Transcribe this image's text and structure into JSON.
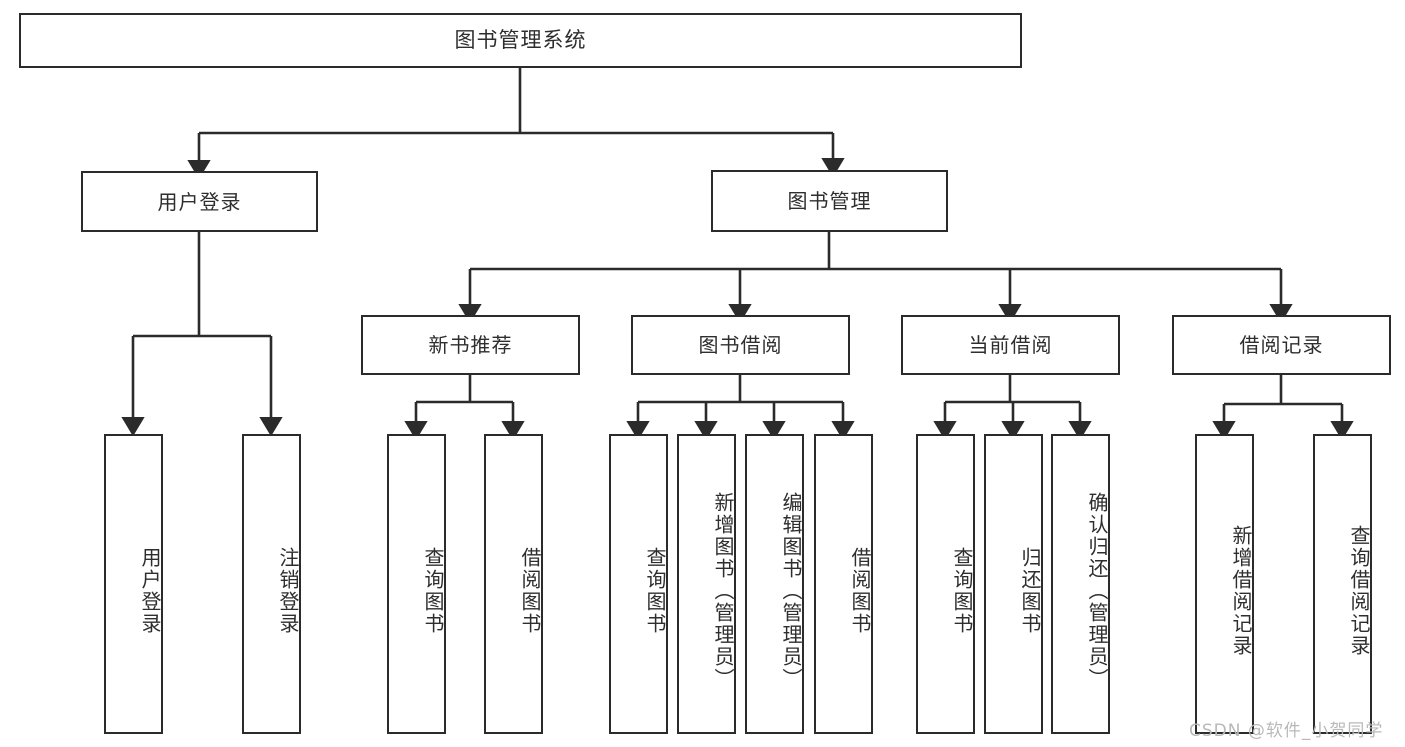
{
  "diagram": {
    "title": "图书管理系统",
    "type": "hierarchy-tree",
    "root": {
      "label": "图书管理系统"
    },
    "level2": [
      {
        "label": "用户登录"
      },
      {
        "label": "图书管理"
      }
    ],
    "level3": [
      {
        "label": "新书推荐"
      },
      {
        "label": "图书借阅"
      },
      {
        "label": "当前借阅"
      },
      {
        "label": "借阅记录"
      }
    ],
    "leaves": {
      "user_login": [
        {
          "label": "用户登录"
        },
        {
          "label": "注销登录"
        }
      ],
      "new_book_recommend": [
        {
          "label": "查询图书"
        },
        {
          "label": "借阅图书"
        }
      ],
      "book_borrow": [
        {
          "label": "查询图书"
        },
        {
          "label": "新增图书（管理员）"
        },
        {
          "label": "编辑图书（管理员）"
        },
        {
          "label": "借阅图书"
        }
      ],
      "current_borrow": [
        {
          "label": "查询图书"
        },
        {
          "label": "归还图书"
        },
        {
          "label": "确认归还（管理员）"
        }
      ],
      "borrow_record": [
        {
          "label": "新增借阅记录"
        },
        {
          "label": "查询借阅记录"
        }
      ]
    }
  },
  "watermark": {
    "text": "CSDN @软件_小贺同学"
  },
  "colors": {
    "border": "#2b2b2b",
    "text": "#2e2e2e",
    "background": "#ffffff",
    "watermark": "#b9b9b9"
  }
}
